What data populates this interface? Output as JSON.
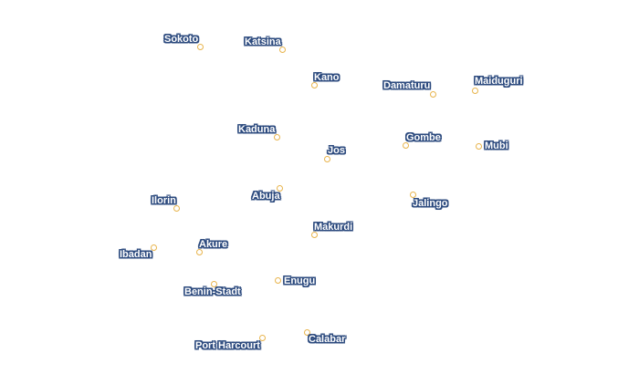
{
  "map": {
    "marker_color": "#e8b44c",
    "label_halo_color": "#2c4a7e",
    "cities": [
      {
        "name": "Sokoto"
      },
      {
        "name": "Katsina"
      },
      {
        "name": "Kano"
      },
      {
        "name": "Damaturu"
      },
      {
        "name": "Maiduguri"
      },
      {
        "name": "Kaduna"
      },
      {
        "name": "Jos"
      },
      {
        "name": "Gombe"
      },
      {
        "name": "Mubi"
      },
      {
        "name": "Abuja"
      },
      {
        "name": "Ilorin"
      },
      {
        "name": "Jalingo"
      },
      {
        "name": "Makurdi"
      },
      {
        "name": "Ibadan"
      },
      {
        "name": "Akure"
      },
      {
        "name": "Benin-Stadt"
      },
      {
        "name": "Enugu"
      },
      {
        "name": "Port Harcourt"
      },
      {
        "name": "Calabar"
      }
    ]
  }
}
